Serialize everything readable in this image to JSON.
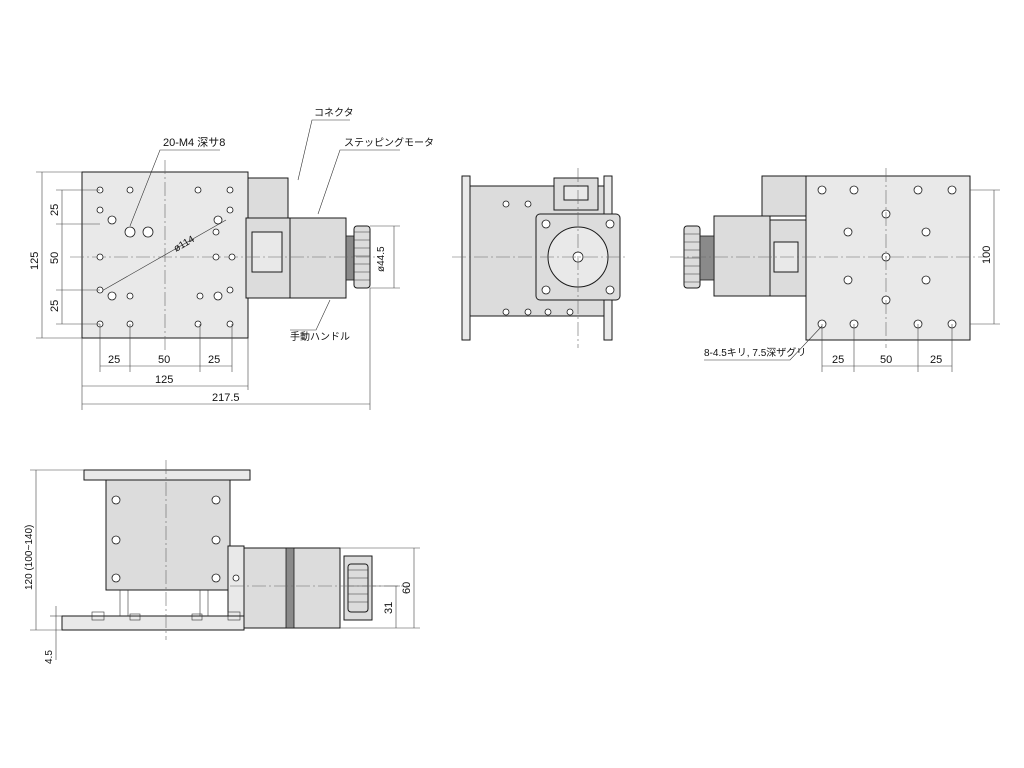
{
  "labels": {
    "tapped_holes": "20-M4 深サ8",
    "connector": "コネクタ",
    "stepping_motor": "ステッピングモータ",
    "manual_handle": "手動ハンドル",
    "counterbore_holes": "8-4.5キリ, 7.5深ザグリ"
  },
  "dims": {
    "d_25": "25",
    "d_50": "50",
    "d_125": "125",
    "d_2175": "217.5",
    "d_dia114": "ø114",
    "d_dia445": "ø44.5",
    "d_100": "100",
    "d_120": "120 (100~140)",
    "d_45": "4.5",
    "d_60": "60",
    "d_31": "31"
  }
}
